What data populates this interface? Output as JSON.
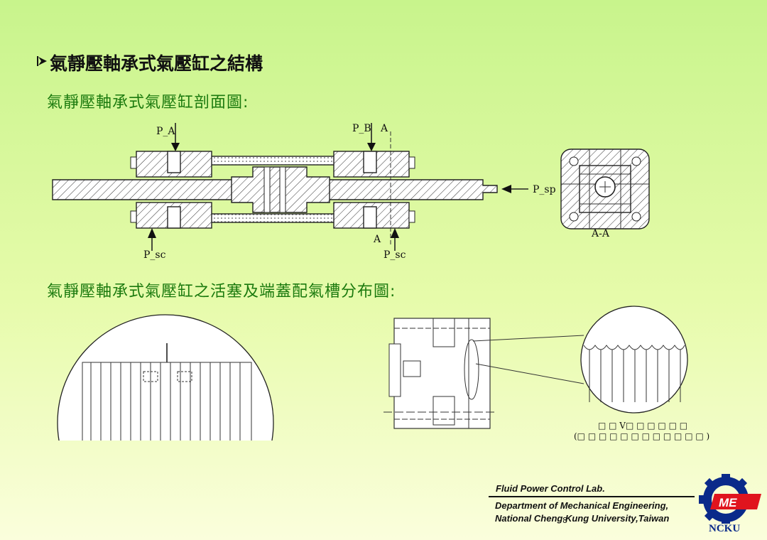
{
  "slide": {
    "title": "氣靜壓軸承式氣壓缸之結構",
    "section1": "氣靜壓軸承式氣壓缸剖面圖:",
    "section2": "氣靜壓軸承式氣壓缸之活塞及端蓋配氣槽分布圖:",
    "page_number": "8"
  },
  "diagram": {
    "labels": {
      "pa": "P_A",
      "pb": "P_B",
      "psp": "P_sp",
      "psc": "P_sc",
      "a": "A",
      "aa": "A-A"
    },
    "detail_caption_1": "□ □ V□ □ □ □ □ □",
    "detail_caption_2": "(□ □ □ □ □ □ □ □ □ □ □ □ )"
  },
  "footer": {
    "lab": "Fluid Power Control Lab.",
    "dept": "Department of Mechanical Engineering,",
    "university": "National Cheng  Kung University,Taiwan",
    "logo_text": "ME",
    "school": "NCKU"
  },
  "colors": {
    "title": "#111111",
    "subtitle": "#1b7a0e",
    "logo_blue": "#0a2a8a",
    "logo_red": "#e0141e"
  }
}
